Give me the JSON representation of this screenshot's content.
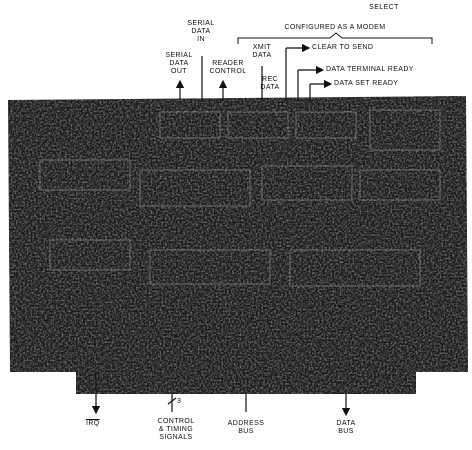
{
  "top_labels": {
    "select": "SELECT",
    "configured_as_modem": "CONFIGURED AS A MODEM",
    "serial_data_in": "SERIAL\nDATA\nIN",
    "serial_data_out": "SERIAL\nDATA\nOUT",
    "reader_control": "READER\nCONTROL",
    "xmit_data": "XMIT\nDATA",
    "rec_data": "REC\nDATA",
    "clear_to_send": "CLEAR TO SEND",
    "data_terminal_ready": "DATA TERMINAL READY",
    "data_set_ready": "DATA SET READY"
  },
  "bottom_labels": {
    "irq": "IRQ",
    "control_timing": "CONTROL\n& TIMING\nSIGNALS",
    "bus_width": "3",
    "address_bus": "ADDRESS\nBUS",
    "data_bus": "DATA\nBUS"
  },
  "colors": {
    "board": "#1a1a1a",
    "line": "#111111"
  }
}
